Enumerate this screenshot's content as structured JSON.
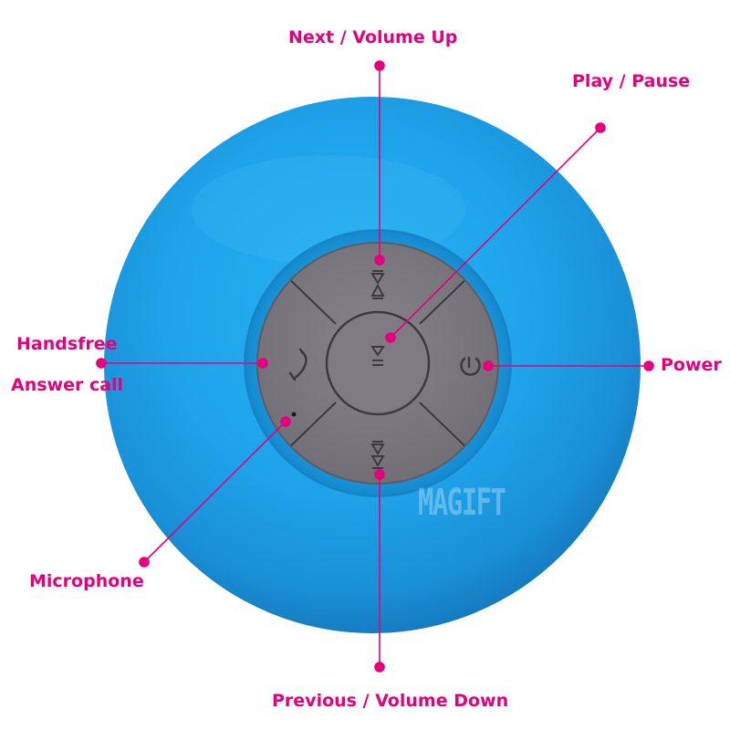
{
  "callouts": {
    "next_volume_up": "Next / Volume Up",
    "play_pause": "Play / Pause",
    "handsfree": "Handsfree",
    "answer_call": "Answer call",
    "power": "Power",
    "microphone": "Microphone",
    "previous_volume_down": "Previous / Volume Down"
  },
  "watermark": "MAGIFT",
  "colors": {
    "callout": "#e6007e",
    "speaker_body": "#1ea6ec",
    "button_panel": "#7d7a7f",
    "icon_stroke": "#3c3a40"
  },
  "icons": {
    "next": "next-track-icon",
    "play": "play-pause-icon",
    "phone": "phone-icon",
    "power": "power-icon",
    "previous": "previous-track-icon",
    "microphone": "microphone-hole"
  }
}
